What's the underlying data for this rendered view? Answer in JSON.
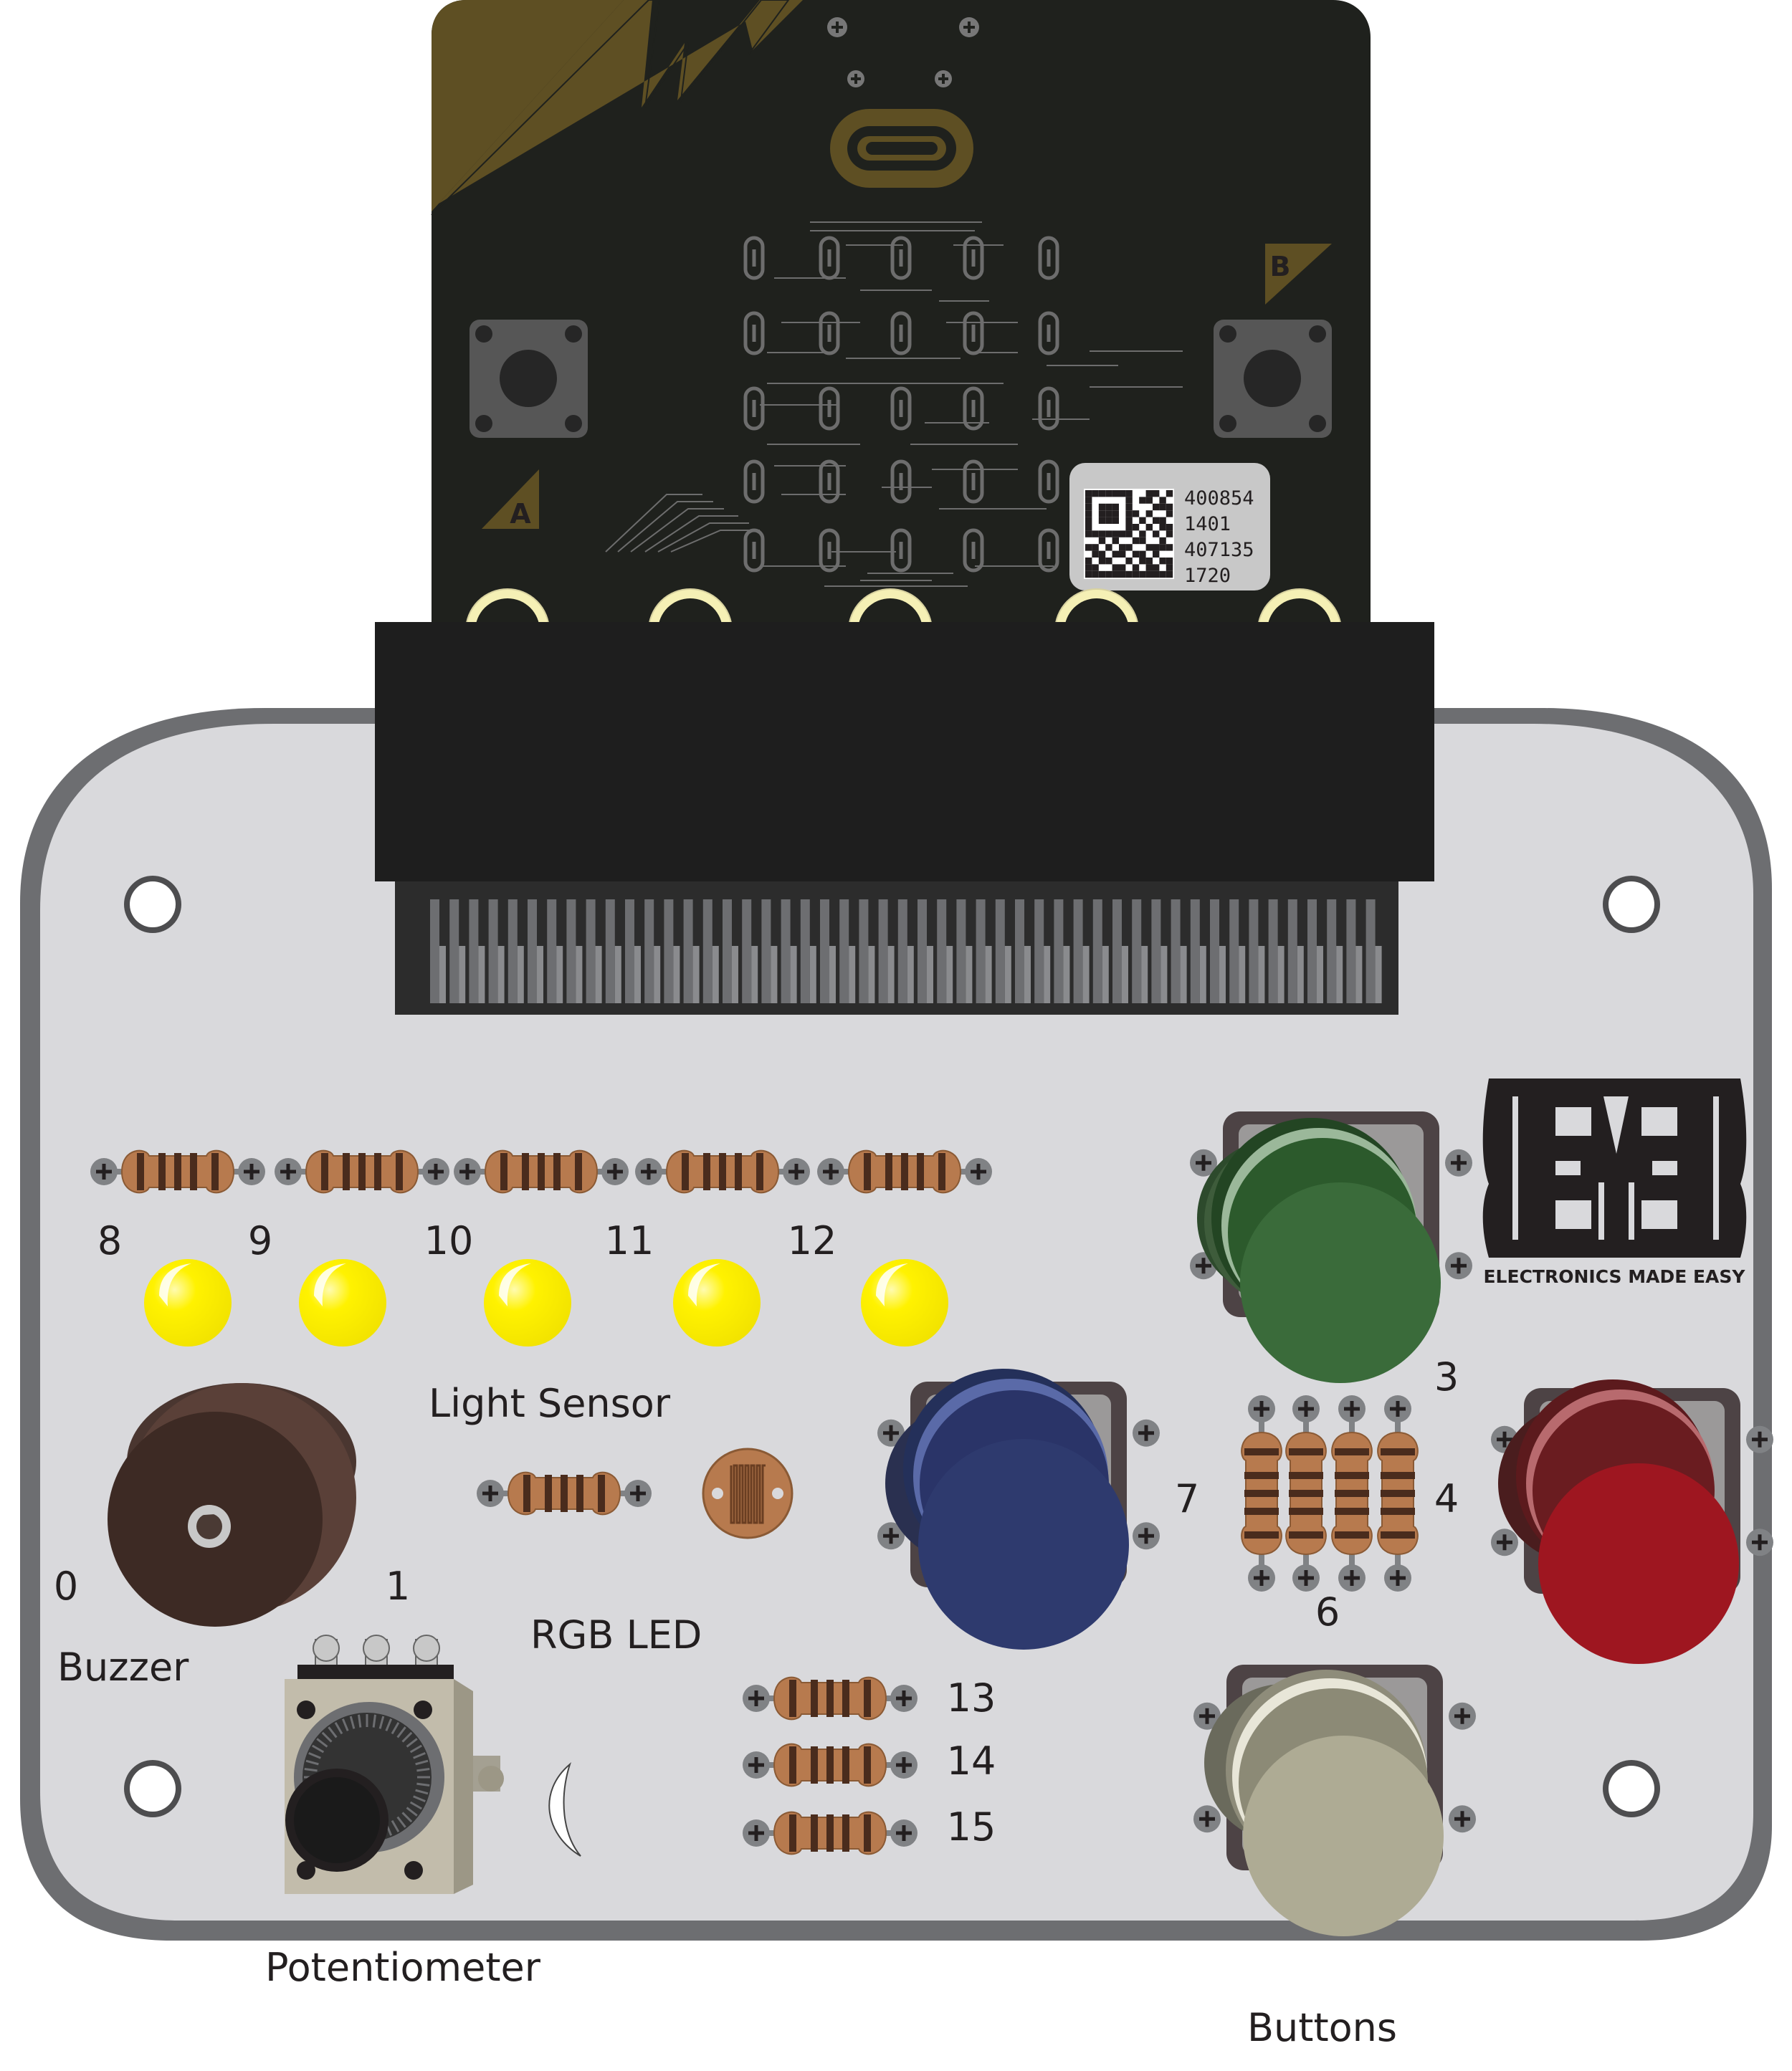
{
  "microbit": {
    "button_a": "A",
    "button_b": "B",
    "serial_lines": [
      "400854",
      "1401",
      "407135",
      "1720"
    ]
  },
  "brand": {
    "logo": "EME",
    "tagline": "ELECTRONICS MADE EASY"
  },
  "led_pins": [
    "8",
    "9",
    "10",
    "11",
    "12"
  ],
  "labels": {
    "light_sensor": "Light Sensor",
    "rgb_led": "RGB LED",
    "buzzer": "Buzzer",
    "potentiometer": "Potentiometer",
    "buttons": "Buttons"
  },
  "pins": {
    "buzzer": "0",
    "potentiometer": "1",
    "green_button": "3",
    "resistor_array": "4",
    "white_button": "6",
    "blue_button": "7",
    "rgb_red": "13",
    "rgb_green": "14",
    "rgb_blue": "15"
  },
  "colors": {
    "board": "#d9d9dc",
    "board_edge": "#6d6e71",
    "microbit": "#1f211d",
    "microbit_gold": "#5e4f23",
    "led_yellow": "#fff200",
    "button_green": "#3a6b3a",
    "button_blue": "#2e3a6e",
    "button_red": "#9e1620",
    "button_white": "#aeab94",
    "buzzer": "#3a2a25",
    "resistor": "#b77a4e"
  }
}
